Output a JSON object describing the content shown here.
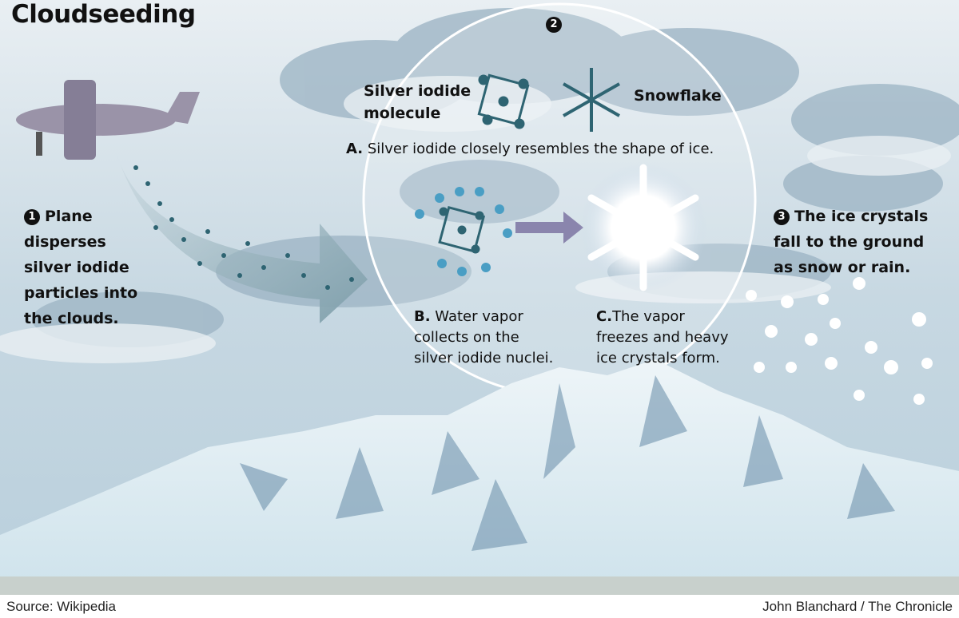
{
  "title": "Cloudseeding",
  "step1": {
    "number": "1",
    "text": [
      "Plane",
      "disperses",
      "silver iodide",
      "particles into",
      "the clouds."
    ]
  },
  "step2": {
    "number": "2",
    "silver_iodide_label": [
      "Silver iodide",
      "molecule"
    ],
    "snowflake_label": "Snowflake",
    "a_prefix": "A.",
    "a_text": "Silver iodide closely resembles the shape of ice.",
    "b_prefix": "B.",
    "b_text": [
      "Water vapor",
      "collects on the",
      "silver iodide nuclei."
    ],
    "c_prefix": "C.",
    "c_text": [
      "The vapor",
      "freezes and heavy",
      "ice crystals form."
    ]
  },
  "step3": {
    "number": "3",
    "text": [
      "The ice crystals",
      "fall to the ground",
      "as snow or rain."
    ]
  },
  "footer": {
    "source": "Source: Wikipedia",
    "credit": "John Blanchard / The Chronicle"
  },
  "colors": {
    "sky": "#c9d9e2",
    "accent": "#2e6472",
    "drop": "#4a9ec4",
    "arrow": "#8a85ad"
  }
}
